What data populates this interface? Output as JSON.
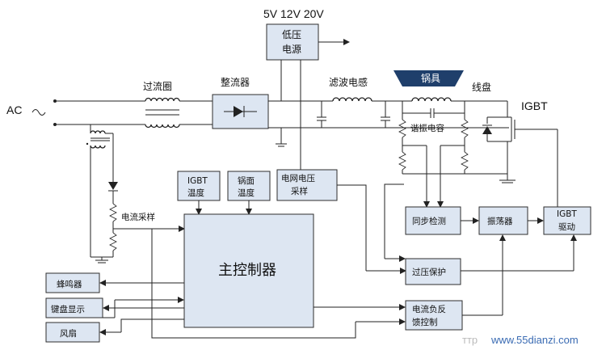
{
  "voltages": "5V 12V 20V",
  "blocks": {
    "low_voltage_psu": [
      "低压",
      "电源"
    ],
    "filter_coil": "过流圈",
    "rectifier": "整流器",
    "filter_inductor": "滤波电感",
    "pot": "锅具",
    "coil_plate": "线盘",
    "igbt": "IGBT",
    "resonant_cap": "谐振电容",
    "igbt_temp": [
      "IGBT",
      "温度"
    ],
    "pot_temp": [
      "锅面",
      "温度"
    ],
    "grid_voltage_sampling": [
      "电网电压",
      "采样"
    ],
    "current_sampling": "电流采样",
    "main_controller": "主控制器",
    "sync_detect": "同步检测",
    "oscillator": "振荡器",
    "igbt_driver": [
      "IGBT",
      "驱动"
    ],
    "overvoltage_protect": "过压保护",
    "current_feedback": [
      "电流负反",
      "馈控制"
    ],
    "buzzer": "蜂鸣器",
    "keyboard_display": "键盘显示",
    "fan": "风扇"
  },
  "ac_label": "AC",
  "watermark": "www.55dianzi.com",
  "watermark_prefix": "ттр"
}
